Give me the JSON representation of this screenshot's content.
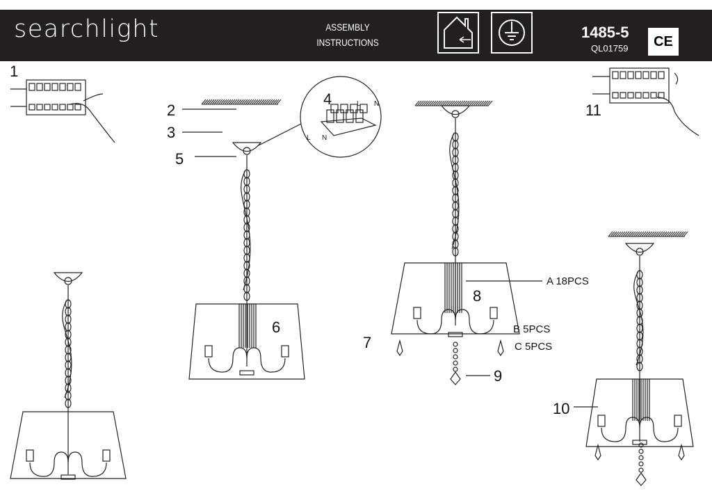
{
  "header": {
    "logo": "searchlight",
    "title_line1": "ASSEMBLY",
    "title_line2": "INSTRUCTIONS",
    "icons": [
      "indoor-use-icon",
      "earth-ground-icon"
    ],
    "model": "1485-5",
    "code": "QL01759",
    "ce_mark": "CE"
  },
  "steps": {
    "s1": "1",
    "s2": "2",
    "s3": "3",
    "s4": "4",
    "s5": "5",
    "s6": "6",
    "s7": "7",
    "s8": "8",
    "s9": "9",
    "s10": "10",
    "s11": "11"
  },
  "parts": {
    "a": "A 18PCS",
    "b": "B  5PCS",
    "c": "C  5PCS"
  },
  "terminal": {
    "l": "L",
    "n": "N"
  }
}
